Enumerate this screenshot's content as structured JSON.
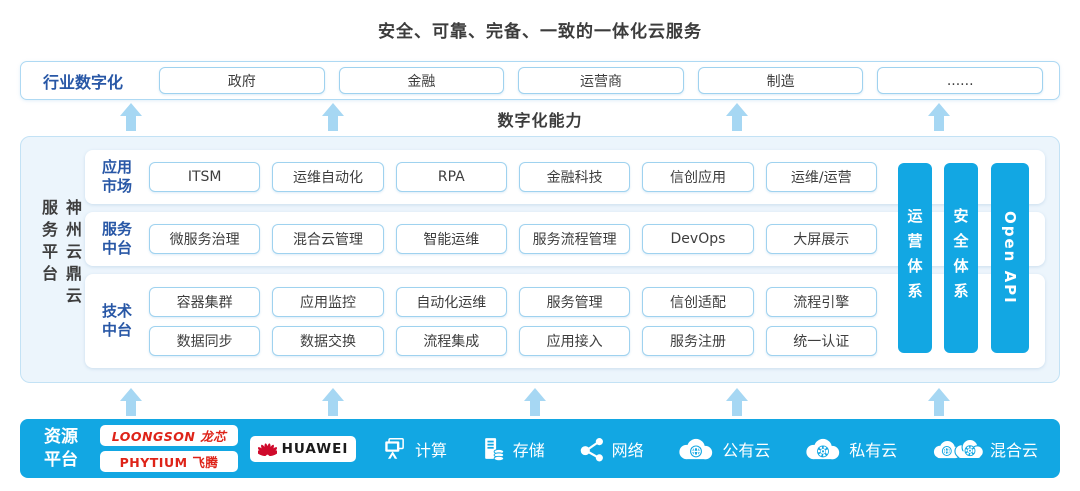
{
  "title": "安全、可靠、完备、一致的一体化云服务",
  "industry_row": {
    "label": "行业数字化",
    "items": [
      "政府",
      "金融",
      "运营商",
      "制造",
      "......"
    ]
  },
  "digital_capability_label": "数字化能力",
  "platform": {
    "side_label": "神州云鼎云服务平台",
    "rows": [
      {
        "label": "应用市场",
        "lines": [
          [
            "ITSM",
            "运维自动化",
            "RPA",
            "金融科技",
            "信创应用",
            "运维/运营"
          ]
        ]
      },
      {
        "label": "服务中台",
        "lines": [
          [
            "微服务治理",
            "混合云管理",
            "智能运维",
            "服务流程管理",
            "DevOps",
            "大屏展示"
          ]
        ]
      },
      {
        "label": "技术中台",
        "lines": [
          [
            "容器集群",
            "应用监控",
            "自动化运维",
            "服务管理",
            "信创适配",
            "流程引擎"
          ],
          [
            "数据同步",
            "数据交换",
            "流程集成",
            "应用接入",
            "服务注册",
            "统一认证"
          ]
        ]
      }
    ],
    "vertical_bars": [
      "运营体系",
      "安全体系",
      "Open API"
    ]
  },
  "resource_platform": {
    "label": "资源平台",
    "vendors": [
      "LOONGSON 龙芯",
      "PHYTIUM 飞腾",
      "HUAWEI"
    ],
    "resources": [
      {
        "icon": "compute-icon",
        "label": "计算"
      },
      {
        "icon": "storage-icon",
        "label": "存储"
      },
      {
        "icon": "network-icon",
        "label": "网络"
      },
      {
        "icon": "public-cloud-icon",
        "label": "公有云"
      },
      {
        "icon": "private-cloud-icon",
        "label": "私有云"
      },
      {
        "icon": "hybrid-cloud-icon",
        "label": "混合云"
      }
    ]
  },
  "colors": {
    "accent_blue": "#12a7e3",
    "light_blue_arrow": "#a6d7f3",
    "light_blue_border": "#9fd2ef",
    "panel_bg": "#ecf5fc",
    "deep_blue_text": "#2857a6",
    "dark_text": "#3c3c3c",
    "vendor_red": "#de2318"
  }
}
